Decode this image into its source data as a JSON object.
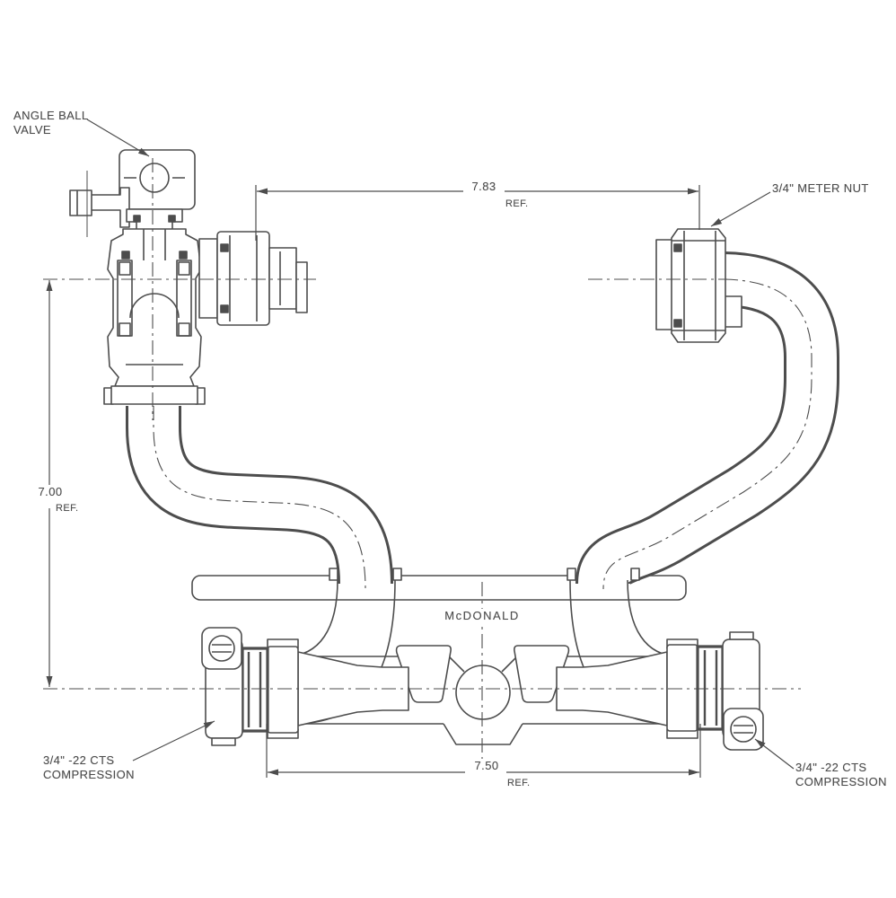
{
  "drawing": {
    "brand": "McDONALD",
    "callouts": {
      "valve": {
        "line1": "ANGLE BALL",
        "line2": "VALVE"
      },
      "meter_nut": "3/4\" METER NUT",
      "compression_left": {
        "line1": "3/4\" -22 CTS",
        "line2": "COMPRESSION"
      },
      "compression_right": {
        "line1": "3/4\" -22 CTS",
        "line2": "COMPRESSION"
      }
    },
    "dimensions": {
      "top_width": {
        "value": "7.83",
        "suffix": "REF."
      },
      "left_height": {
        "value": "7.00",
        "suffix": "REF."
      },
      "bottom_width": {
        "value": "7.50",
        "suffix": "REF."
      }
    },
    "colors": {
      "line": "#4d4d4d",
      "background": "#ffffff"
    }
  }
}
